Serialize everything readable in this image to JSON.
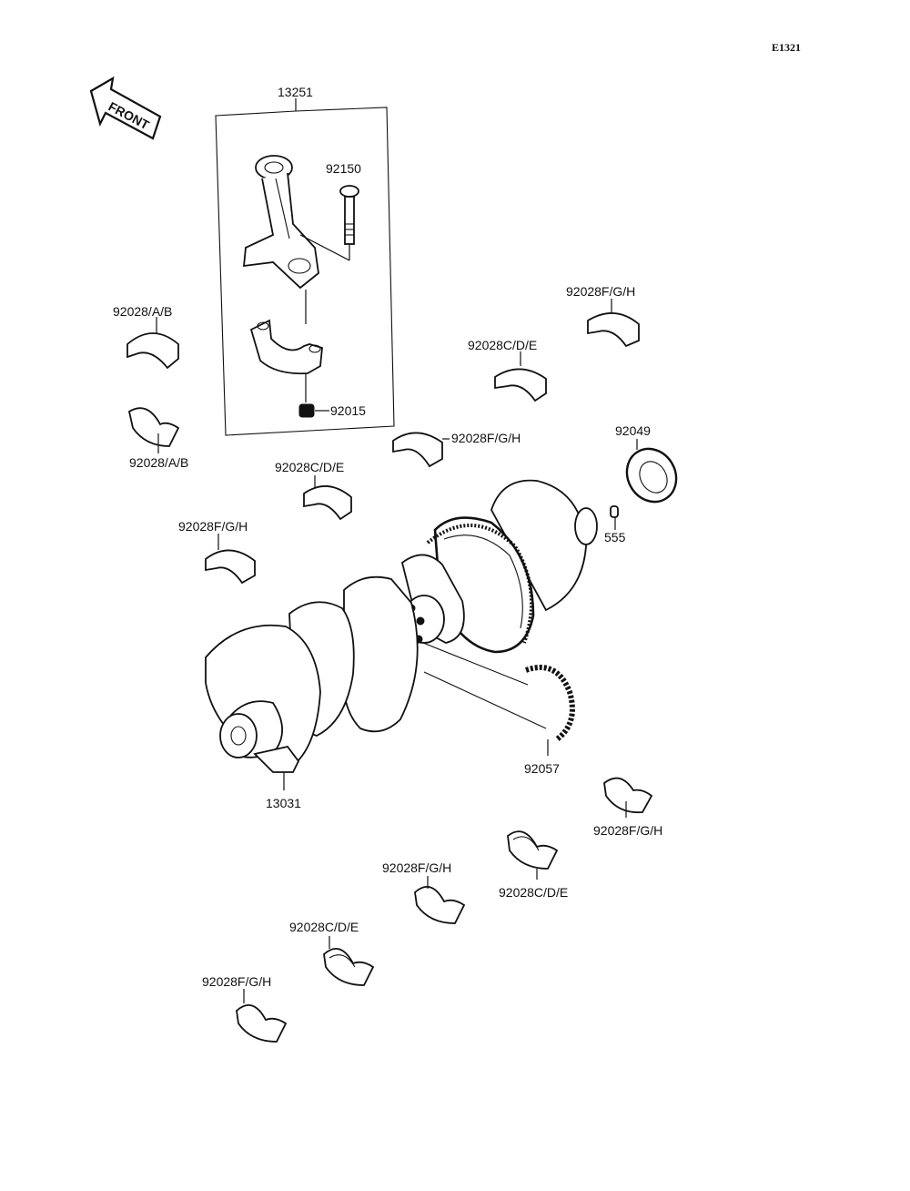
{
  "page_code": "E1321",
  "front_label": "FRONT",
  "labels": {
    "conrod_assy": "13251",
    "conrod_bolt": "92150",
    "conrod_nut": "92015",
    "bearing_ab_upper": "92028/A/B",
    "bearing_ab_lower": "92028/A/B",
    "bearing_fgh_top_right": "92028F/G/H",
    "bearing_cde_top": "92028C/D/E",
    "bearing_fgh_mid": "92028F/G/H",
    "bearing_cde_mid": "92028C/D/E",
    "bearing_fgh_left": "92028F/G/H",
    "oil_seal": "92049",
    "pin": "555",
    "crankshaft": "13031",
    "chain": "92057",
    "bearing_fgh_lower_right": "92028F/G/H",
    "bearing_cde_lower_right": "92028C/D/E",
    "bearing_fgh_lower_mid": "92028F/G/H",
    "bearing_cde_lower_left": "92028C/D/E",
    "bearing_fgh_bottom": "92028F/G/H"
  }
}
